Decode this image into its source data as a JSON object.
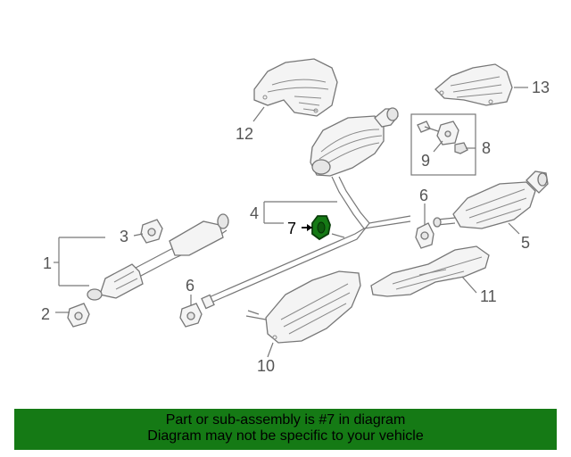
{
  "diagram": {
    "callouts": [
      {
        "id": "1",
        "text": "1"
      },
      {
        "id": "2",
        "text": "2"
      },
      {
        "id": "3",
        "text": "3"
      },
      {
        "id": "4",
        "text": "4"
      },
      {
        "id": "5",
        "text": "5"
      },
      {
        "id": "6a",
        "text": "6"
      },
      {
        "id": "6b",
        "text": "6"
      },
      {
        "id": "7",
        "text": "7"
      },
      {
        "id": "8",
        "text": "8"
      },
      {
        "id": "9",
        "text": "9"
      },
      {
        "id": "10",
        "text": "10"
      },
      {
        "id": "11",
        "text": "11"
      },
      {
        "id": "12",
        "text": "12"
      },
      {
        "id": "13",
        "text": "13"
      }
    ],
    "highlight_part": "7",
    "highlight_color": "#157a15"
  },
  "footer": {
    "line1": "Part or sub-assembly is #7 in diagram",
    "line2": "Diagram may not be specific to your vehicle",
    "background": "#157a15"
  }
}
